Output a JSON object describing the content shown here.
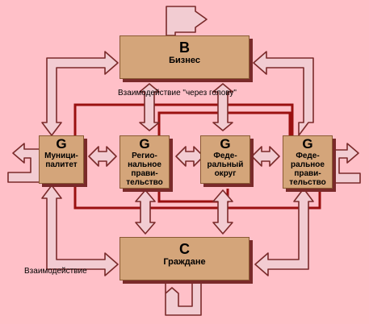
{
  "nodes": {
    "business": {
      "code": "B",
      "name": "Бизнес"
    },
    "citizens": {
      "code": "C",
      "name": "Граждане"
    },
    "municipality": {
      "code": "G",
      "name": "Муници-\nпалитет"
    },
    "regional": {
      "code": "G",
      "name": "Регио-\nнальное\nправи-\nтельство"
    },
    "federal_district": {
      "code": "G",
      "name": "Феде-\nральный\nокруг"
    },
    "federal_government": {
      "code": "G",
      "name": "Феде-\nральное\nправи-\nтельство"
    }
  },
  "captions": {
    "over_the_head": "Взаимодействие \"через голову\"",
    "interaction": "Взаимодействие"
  },
  "colors": {
    "background": "#ffc0c8",
    "box_fill": "#d4a57a",
    "box_shadow": "#7a2a2a",
    "arrow_fill": "#f2ccd2",
    "arrow_stroke": "#7a2a2a",
    "wire": "#9a1010"
  }
}
